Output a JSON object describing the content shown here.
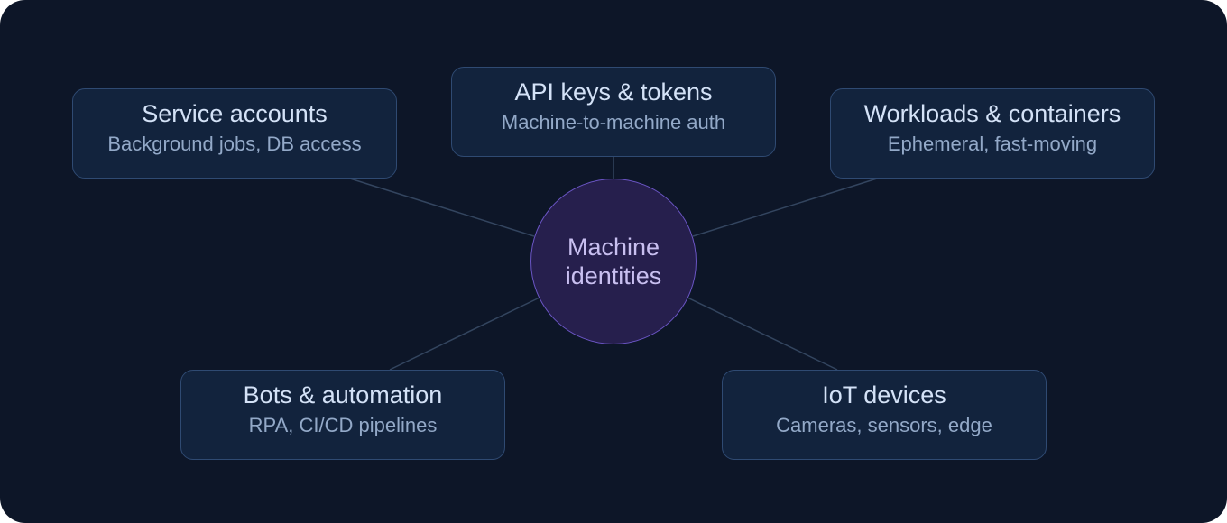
{
  "diagram": {
    "hub": {
      "line1": "Machine",
      "line2": "identities"
    },
    "nodes": [
      {
        "id": "service",
        "title": "Service accounts",
        "subtitle": "Background jobs, DB access"
      },
      {
        "id": "api",
        "title": "API keys & tokens",
        "subtitle": "Machine-to-machine auth"
      },
      {
        "id": "workloads",
        "title": "Workloads & containers",
        "subtitle": "Ephemeral, fast-moving"
      },
      {
        "id": "bots",
        "title": "Bots & automation",
        "subtitle": "RPA, CI/CD pipelines"
      },
      {
        "id": "iot",
        "title": "IoT devices",
        "subtitle": "Cameras, sensors, edge"
      }
    ],
    "edges": [
      [
        "hub",
        "service"
      ],
      [
        "hub",
        "api"
      ],
      [
        "hub",
        "workloads"
      ],
      [
        "hub",
        "bots"
      ],
      [
        "hub",
        "iot"
      ]
    ],
    "colors": {
      "background": "#0d1628",
      "node_fill": "#12233d",
      "node_border": "#2f4a72",
      "hub_fill": "#261f4d",
      "hub_border": "#6a55c4",
      "connector": "#33455f"
    }
  }
}
